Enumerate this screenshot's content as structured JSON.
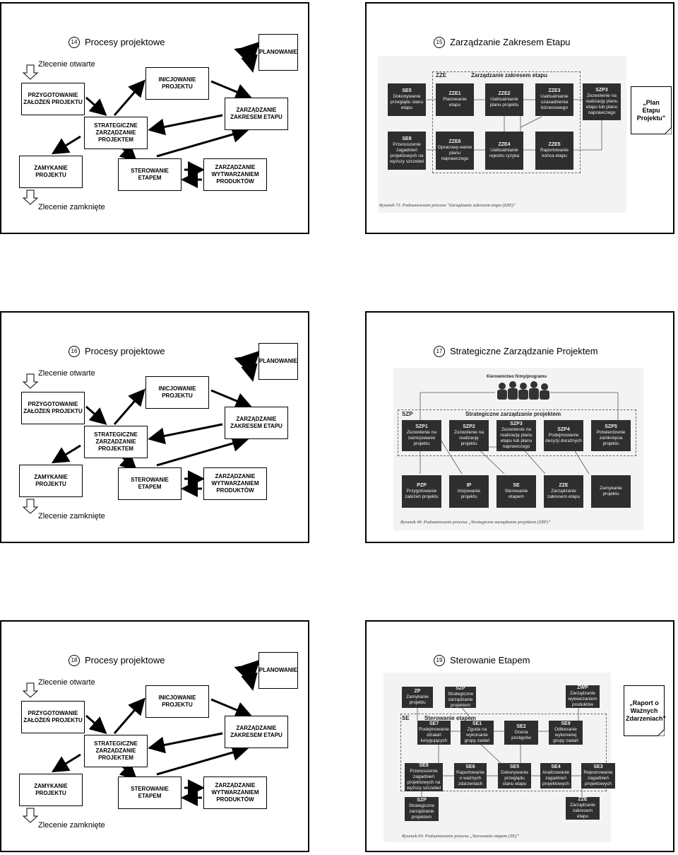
{
  "process": {
    "title": "Procesy projektowe",
    "start": "Zlecenie otwarte",
    "end": "Zlecenie zamknięte",
    "boxes": {
      "planowanie": "PLANOWANIE",
      "przygotowanie": "PRZYGOTOWANIE ZAŁOŻEŃ PROJEKTU",
      "inicjowanie": "INICJOWANIE PROJEKTU",
      "strategiczne": "STRATEGICZNE ZARZĄDZANIE PROJEKTEM",
      "zakresem": "ZARZĄDZANIE ZAKRESEM ETAPU",
      "zamykanie": "ZAMYKANIE PROJEKTU",
      "sterowanie": "STEROWANIE ETAPEM",
      "wytwarzaniem": "ZARZĄDZANIE WYTWARZANIEM PRODUKTÓW"
    }
  },
  "slides": [
    {
      "num": "14",
      "title": "Procesy projektowe"
    },
    {
      "num": "15",
      "title": "Zarządzanie Zakresem Etapu"
    },
    {
      "num": "16",
      "title": "Procesy projektowe"
    },
    {
      "num": "17",
      "title": "Strategiczne Zarządzanie Projektem"
    },
    {
      "num": "18",
      "title": "Procesy projektowe"
    },
    {
      "num": "19",
      "title": "Sterowanie Etapem"
    }
  ],
  "zze": {
    "group_code": "ZZE",
    "group_title": "Zarządzanie zakresem etapu",
    "se5": {
      "code": "SE5",
      "text": "Dokonywanie przeglądu stanu etapu"
    },
    "zze1": {
      "code": "ZZE1",
      "text": "Planowanie etapu"
    },
    "zze2": {
      "code": "ZZE2",
      "text": "Uaktualnianie planu projektu"
    },
    "zze3": {
      "code": "ZZE3",
      "text": "Uaktualnianie uzasadnienia biznesowego"
    },
    "szp3": {
      "code": "SZP3",
      "text": "Zezwolenie na realizację planu etapu lub planu naprawczego"
    },
    "se8": {
      "code": "SE8",
      "text": "Przenoszenie zagadnień projektowych na wyższy szczebel"
    },
    "zze6": {
      "code": "ZZE6",
      "text": "Opracowy-wanie planu naprawczego"
    },
    "zze4": {
      "code": "ZZE4",
      "text": "Uaktualnianie rejestru ryzyka"
    },
    "zze5": {
      "code": "ZZE5",
      "text": "Raportowanie końca etapu"
    },
    "note": "„Plan Etapu Projektu”",
    "caption": "Rysunek 73. Podsumowanie procesu \"Zarządzanie zakresem etapu (ZZE)\""
  },
  "szp": {
    "board": "Kierownictwo firmy/programu",
    "group_code": "SZP",
    "group_title": "Strategiczne zarządzanie projektem",
    "szp1": {
      "code": "SZP1",
      "text": "Zezwolenie na zainicjowanie projektu"
    },
    "szp2": {
      "code": "SZP2",
      "text": "Zezwolenie na realizację projektu"
    },
    "szp3": {
      "code": "SZP3",
      "text": "Zezwolenie na realizację planu etapu lub planu naprawczego"
    },
    "szp4": {
      "code": "SZP4",
      "text": "Podejmowanie decyzji doraźnych"
    },
    "szp5": {
      "code": "SZP5",
      "text": "Potwierdzenie zamknięcia projektu"
    },
    "pzp": {
      "code": "PZP",
      "text": "Przygotowanie założeń projektu"
    },
    "ip": {
      "code": "IP",
      "text": "Inicjowanie projektu"
    },
    "se": {
      "code": "SE",
      "text": "Sterowanie etapem"
    },
    "zze": {
      "code": "ZZE",
      "text": "Zarządzanie zakresem etapu"
    },
    "zp": {
      "code": "",
      "text": "Zamykanie projektu"
    },
    "caption": "Rysunek 49. Podsumowanie procesu „Strategiczne zarządzanie projektem (SZP)”"
  },
  "se": {
    "group_code": "SE",
    "group_title": "Sterowanie etapem",
    "zp": {
      "code": "ZP",
      "text": "Zamykanie projektu"
    },
    "szp_top": {
      "code": "SZP",
      "text": "Strategiczne zarządzanie projektem"
    },
    "zwp": {
      "code": "ZWP",
      "text": "Zarządzanie wytwarzaniem produktów"
    },
    "se7": {
      "code": "SE7",
      "text": "Podejmowanie działań korygujących"
    },
    "se1": {
      "code": "SE1",
      "text": "Zgoda na wykonanie grupy zadań"
    },
    "se2": {
      "code": "SE2",
      "text": "Ocena postępów"
    },
    "se9": {
      "code": "SE9",
      "text": "Odbieranie wykonanej grupy zadań"
    },
    "se8": {
      "code": "SE8",
      "text": "Przenoszenie zagadnień projektowych na wyższy szczebel"
    },
    "se6": {
      "code": "SE6",
      "text": "Raportowanie o ważnych zdarzeniach"
    },
    "se5": {
      "code": "SE5",
      "text": "Dokonywanie przeglądu stanu etapu"
    },
    "se4": {
      "code": "SE4",
      "text": "Analizowanie zagadnień projektowych"
    },
    "se3": {
      "code": "SE3",
      "text": "Rejestrowanie zagadnień projektowych"
    },
    "szp_bot": {
      "code": "SZP",
      "text": "Strategiczne zarządzanie projektem"
    },
    "zze": {
      "code": "ZZE",
      "text": "Zarządzanie zakresem etapu"
    },
    "note": "„Raport o Ważnych Zdarzeniach”",
    "caption": "Rysunek 60. Podsumowanie procesu „Sterowanie etapem (SE)”"
  }
}
